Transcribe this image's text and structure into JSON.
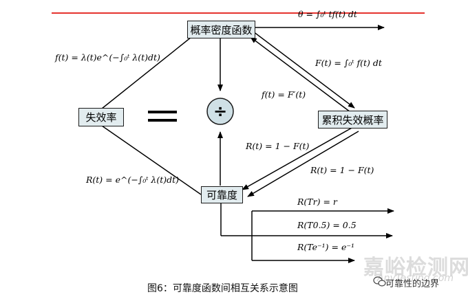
{
  "nodes": {
    "density": "概率密度函数",
    "failure_rate": "失效率",
    "cumulative": "累积失效概率",
    "reliability": "可靠度"
  },
  "equations": {
    "theta": "θ = ∫₀ᵗ tf(t) dt",
    "cum_from_density": "F(t) = ∫₀ᵗ f(t) dt",
    "density_from_cum": "f(t) = F′(t)",
    "density_from_rate": "f(t) = λ(t)e^(−∫₀ᵗ λ(t)dt)",
    "rel_from_cum": "R(t) = 1 − F(t)",
    "rel_from_cum_2": "R(t) = 1 − F(t)",
    "rel_from_rate": "R(t) = e^(−∫₀ᵗ λ(t)dt)",
    "r_tr": "R(Tr) = r",
    "r_t05": "R(T0.5) = 0.5",
    "r_te": "R(Te⁻¹) = e⁻¹"
  },
  "symbols": {
    "equals": "=",
    "divide": "÷"
  },
  "caption": "图6：可靠度函数间相互关系示意图",
  "watermark": {
    "big": "嘉峪检测网",
    "small": "AnyTesting.com",
    "account": "可靠性的边界"
  },
  "colors": {
    "red_line": "#e5322d",
    "node_fill": "#e2ecef",
    "divide_fill": "#cfe0e6"
  }
}
